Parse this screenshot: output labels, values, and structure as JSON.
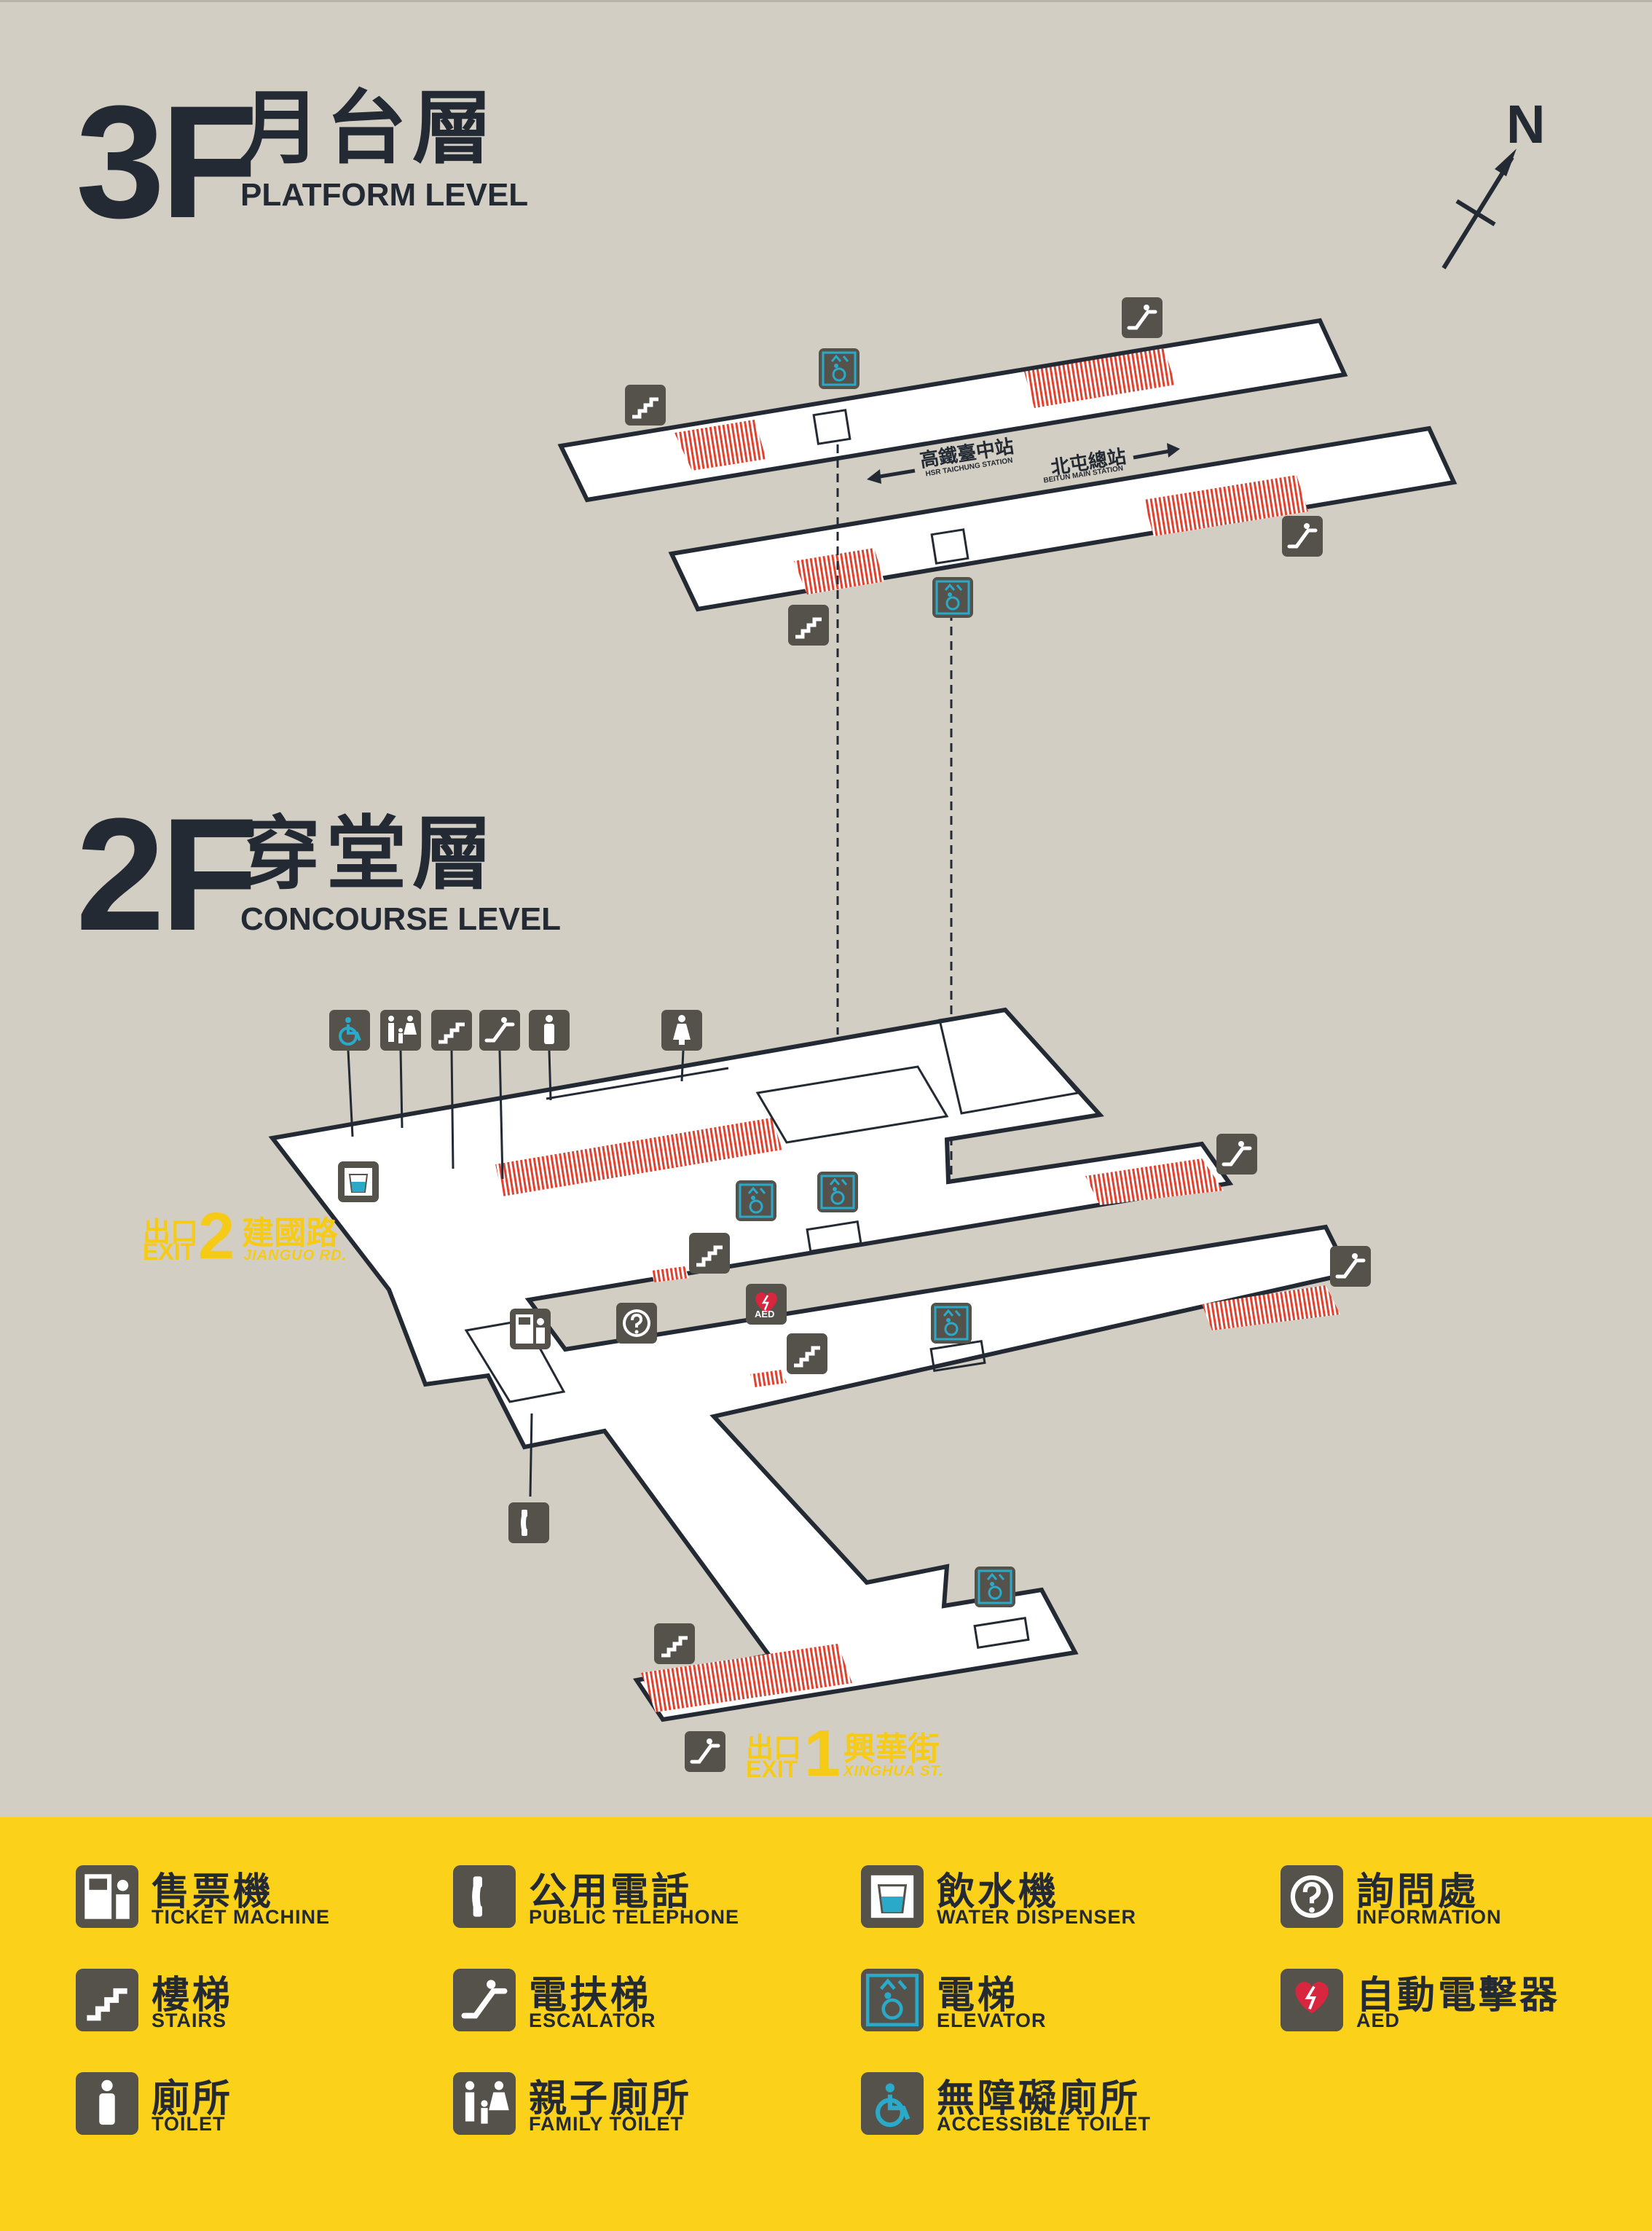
{
  "levels": {
    "platform": {
      "num": "3F",
      "zh": "月台層",
      "en": "PLATFORM LEVEL"
    },
    "concourse": {
      "num": "2F",
      "zh": "穿堂層",
      "en": "CONCOURSE LEVEL"
    }
  },
  "compass": {
    "label": "N"
  },
  "directions": {
    "west": {
      "zh": "高鐵臺中站",
      "en": "HSR TAICHUNG STATION"
    },
    "east": {
      "zh": "北屯總站",
      "en": "BEITUN MAIN STATION"
    }
  },
  "exits": {
    "exit2": {
      "chu": "出口",
      "en": "EXIT",
      "num": "2",
      "zh": "建國路",
      "sub": "JIANGUO RD."
    },
    "exit1": {
      "chu": "出口",
      "en": "EXIT",
      "num": "1",
      "zh": "興華街",
      "sub": "XINGHUA ST."
    }
  },
  "aed_badge": "AED",
  "legend": [
    {
      "icon": "ticket-machine-icon",
      "zh": "售票機",
      "en": "TICKET MACHINE"
    },
    {
      "icon": "telephone-icon",
      "zh": "公用電話",
      "en": "PUBLIC TELEPHONE"
    },
    {
      "icon": "water-dispenser-icon",
      "zh": "飲水機",
      "en": "WATER DISPENSER"
    },
    {
      "icon": "information-icon",
      "zh": "詢問處",
      "en": "INFORMATION"
    },
    {
      "icon": "stairs-icon",
      "zh": "樓梯",
      "en": "STAIRS"
    },
    {
      "icon": "escalator-icon",
      "zh": "電扶梯",
      "en": "ESCALATOR"
    },
    {
      "icon": "elevator-icon",
      "zh": "電梯",
      "en": "ELEVATOR"
    },
    {
      "icon": "aed-icon",
      "zh": "自動電擊器",
      "en": "AED"
    },
    {
      "icon": "toilet-icon",
      "zh": "廁所",
      "en": "TOILET"
    },
    {
      "icon": "family-toilet-icon",
      "zh": "親子廁所",
      "en": "FAMILY TOILET"
    },
    {
      "icon": "accessible-toilet-icon",
      "zh": "無障礙廁所",
      "en": "ACCESSIBLE  TOILET"
    }
  ],
  "colors": {
    "background": "#d3cec3",
    "legend_bg": "#fcd11a",
    "ink": "#232a33",
    "icon_bg": "#55524c",
    "escalator_red": "#e0422f",
    "elevator_blue": "#2aa9c9",
    "exit_yellow": "#f6cb18",
    "aed_red": "#d7263d"
  }
}
